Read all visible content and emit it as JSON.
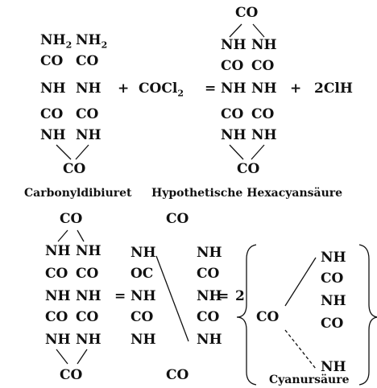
{
  "top": {
    "carbonyl_col_left": [
      "NH",
      "CO",
      "NH",
      "CO",
      "NH"
    ],
    "carbonyl_col_right": [
      "NH",
      "CO",
      "NH",
      "CO",
      "NH"
    ],
    "sub2_left": "2",
    "sub2_right": "2",
    "carbonyl_bottom_co": "CO",
    "plus1": "+",
    "phosgene": "COCl",
    "phosgene_sub": "2",
    "equals": "=",
    "hexa_top_co": "CO",
    "hexa_col_left": [
      "NH",
      "CO",
      "NH",
      "CO",
      "NH"
    ],
    "hexa_col_right": [
      "NH",
      "CO",
      "NH",
      "CO",
      "NH"
    ],
    "hexa_bottom_co": "CO",
    "plus2": "+",
    "hcl": "2ClH",
    "label_carbonyl": "Carbonyldibiuret",
    "label_hexa": "Hypothetische Hexacyansäure"
  },
  "bottom": {
    "ring_top_co": "CO",
    "ring_col_left": [
      "NH",
      "CO",
      "NH",
      "CO",
      "NH"
    ],
    "ring_col_right": [
      "NH",
      "CO",
      "NH",
      "CO",
      "NH"
    ],
    "ring_bottom_co": "CO",
    "equals1": "=",
    "split_top_co": "CO",
    "split_left": [
      "NH",
      "OC",
      "NH",
      "CO",
      "NH"
    ],
    "split_right": [
      "NH",
      "CO",
      "NH",
      "CO",
      "NH"
    ],
    "split_bottom_co": "CO",
    "equals2": "=",
    "coef": "2",
    "cyan_co": "CO",
    "cyan_col": [
      "NH",
      "CO",
      "NH",
      "CO",
      "NH"
    ],
    "label_cyan": "Cyanursäure"
  }
}
